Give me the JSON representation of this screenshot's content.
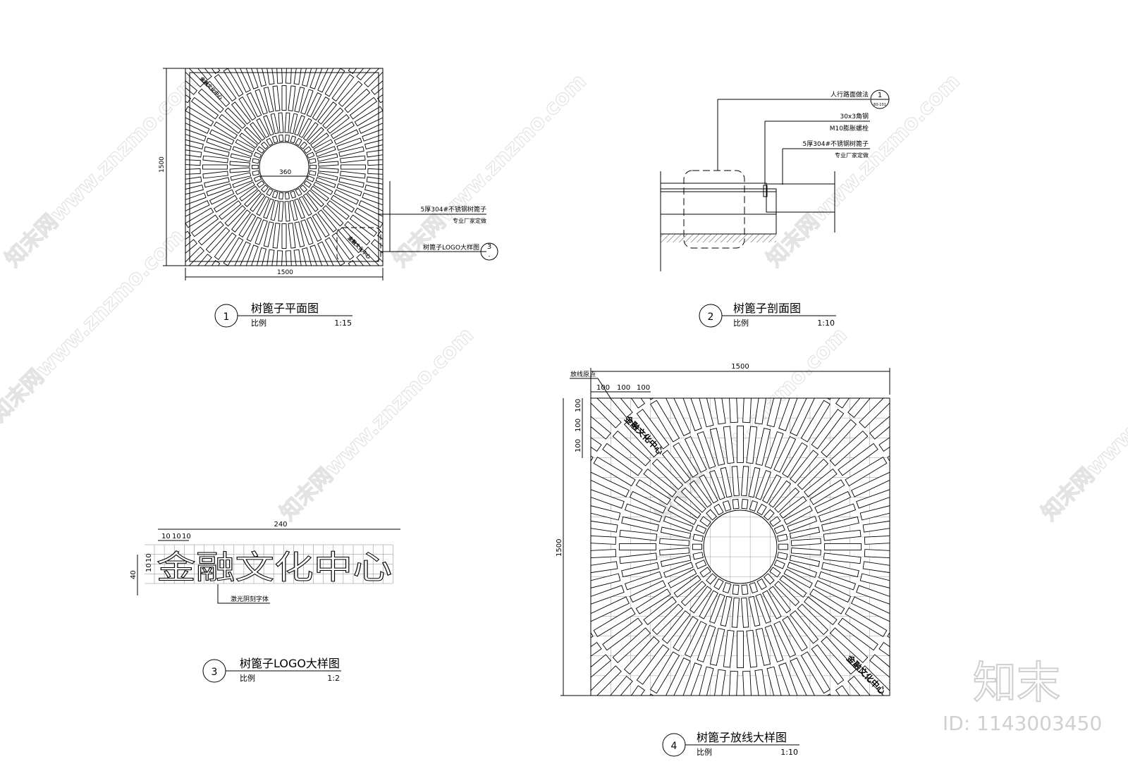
{
  "drawings": [
    {
      "id": "1",
      "title": "树篦子平面图",
      "scale_label": "比例",
      "scale": "1:15",
      "dims": {
        "width": "1500",
        "height": "1500",
        "circle": "360"
      },
      "callouts": [
        {
          "line1": "5厚304#不锈钢树篦子",
          "line2": "专业厂家定做"
        },
        {
          "line1": "树篦子LOGO大样图",
          "ref_top": "3",
          "ref_bottom": "-"
        }
      ],
      "logo_text": "金融文化中心"
    },
    {
      "id": "2",
      "title": "树篦子剖面图",
      "scale_label": "比例",
      "scale": "1:10",
      "callouts": [
        {
          "line1": "人行路面做法",
          "ref_top": "1",
          "ref_bottom": "60-101"
        },
        {
          "line1": "30x3角钢",
          "line2": "M10膨胀螺栓"
        },
        {
          "line1": "5厚304#不锈钢树篦子",
          "line2": "专业厂家定做"
        }
      ]
    },
    {
      "id": "3",
      "title": "树篦子LOGO大样图",
      "scale_label": "比例",
      "scale": "1:2",
      "dims": {
        "width": "240",
        "cell": "10",
        "height": "40"
      },
      "logo_text": "金融文化中心",
      "callout": "激光阴刻字体"
    },
    {
      "id": "4",
      "title": "树篦子放线大样图",
      "scale_label": "比例",
      "scale": "1:10",
      "dims": {
        "width": "1500",
        "height": "1500",
        "grid": "100"
      },
      "origin_label": "放线原点",
      "logo_text": "金融文化中心"
    }
  ],
  "watermark": {
    "text": "知末网www.znzmo.com",
    "brand": "知末",
    "id_label": "ID: 1143003450"
  }
}
